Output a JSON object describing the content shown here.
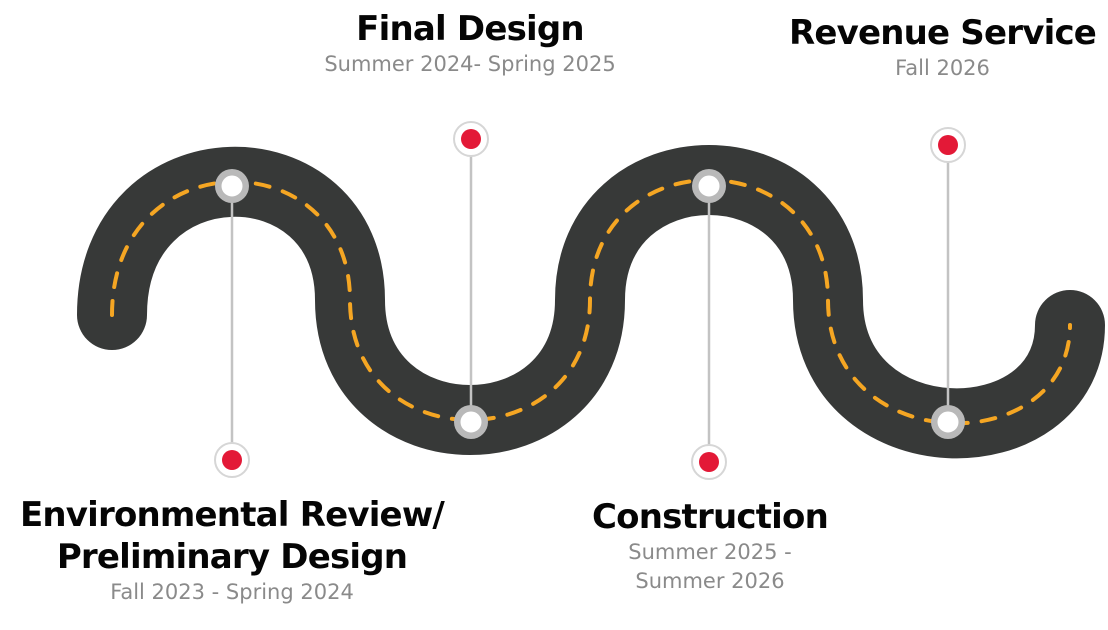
{
  "colors": {
    "road": "#373938",
    "lane_dash": "#f5a623",
    "connector_line": "#c3c3c3",
    "waypoint_ring": "#b9b9b9",
    "marker": "#e31937",
    "title_text": "#050505",
    "date_text": "#8a8a8a"
  },
  "icons": {
    "waypoint": "white-circle-waypoint-icon",
    "marker": "red-dot-marker-icon"
  },
  "milestones": [
    {
      "title": "Environmental Review/\nPreliminary Design",
      "date": "Fall 2023 - Spring 2024"
    },
    {
      "title": "Final Design",
      "date": "Summer 2024- Spring 2025"
    },
    {
      "title": "Construction",
      "date": "Summer 2025 -\nSummer 2026"
    },
    {
      "title": "Revenue Service",
      "date": "Fall 2026"
    }
  ]
}
